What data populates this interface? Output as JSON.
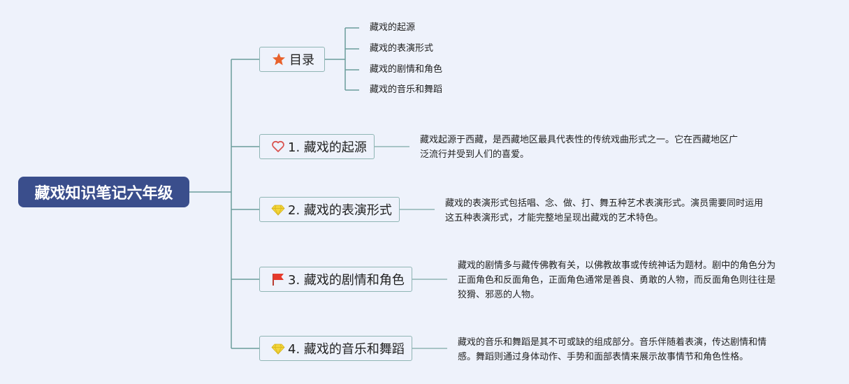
{
  "root": {
    "title": "藏戏知识笔记六年级"
  },
  "toc": {
    "label": "目录",
    "icon": "star-icon",
    "items": [
      "藏戏的起源",
      "藏戏的表演形式",
      "藏戏的剧情和角色",
      "藏戏的音乐和舞蹈"
    ]
  },
  "sections": [
    {
      "label": "1. 藏戏的起源",
      "icon": "heart-icon",
      "desc_lines": [
        "藏戏起源于西藏，是西藏地区最具代表性的传统戏曲形式之一。它在西藏地区广",
        "泛流行并受到人们的喜爱。"
      ]
    },
    {
      "label": "2. 藏戏的表演形式",
      "icon": "diamond-icon",
      "desc_lines": [
        "藏戏的表演形式包括唱、念、做、打、舞五种艺术表演形式。演员需要同时运用",
        "这五种表演形式，才能完整地呈现出藏戏的艺术特色。"
      ]
    },
    {
      "label": "3. 藏戏的剧情和角色",
      "icon": "flag-icon",
      "desc_lines": [
        "藏戏的剧情多与藏传佛教有关，以佛教故事或传统神话为题材。剧中的角色分为",
        "正面角色和反面角色，正面角色通常是善良、勇敢的人物，而反面角色则往往是",
        "狡猾、邪恶的人物。"
      ]
    },
    {
      "label": "4. 藏戏的音乐和舞蹈",
      "icon": "diamond-icon",
      "desc_lines": [
        "藏戏的音乐和舞蹈是其不可或缺的组成部分。音乐伴随着表演，传达剧情和情",
        "感。舞蹈则通过身体动作、手势和面部表情来展示故事情节和角色性格。"
      ]
    }
  ],
  "colors": {
    "background": "#eef2fb",
    "root_fill": "#3a4e8c",
    "connector": "#6a9d9b",
    "topic_border": "#8fb5b4",
    "star": "#e8622c",
    "heart": "#d9534f",
    "diamond": "#f3d53a",
    "flag": "#e53a2c"
  }
}
